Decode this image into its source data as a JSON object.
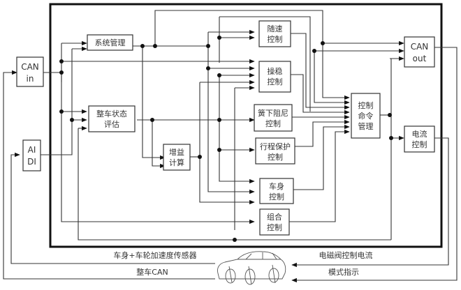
{
  "diagram": {
    "blocks": {
      "can_in": [
        "CAN",
        "in"
      ],
      "ai_di": [
        "AI",
        "DI"
      ],
      "system_mgmt": [
        "系统管理"
      ],
      "vehicle_state": [
        "整车状态",
        "评估"
      ],
      "gain_calc": [
        "增益",
        "计算"
      ],
      "cruise_ctrl": [
        "随速",
        "控制"
      ],
      "handling_ctrl": [
        "操稳",
        "控制"
      ],
      "unsprung_damping": [
        "簧下阻尼",
        "控制"
      ],
      "stroke_protect": [
        "行程保护",
        "控制"
      ],
      "body_ctrl": [
        "车身",
        "控制"
      ],
      "combo_ctrl": [
        "组合",
        "控制"
      ],
      "cmd_mgmt": [
        "控制",
        "命令",
        "管理"
      ],
      "can_out": [
        "CAN",
        "out"
      ],
      "current_ctrl": [
        "电流",
        "控制"
      ]
    },
    "captions": {
      "sensors": "车身+车轮加速度传感器",
      "vehicle_can": "整车CAN",
      "valve_current": "电磁阀控制电流",
      "mode_indicator": "模式指示"
    },
    "icons": {
      "vehicle": "car-icon"
    }
  }
}
